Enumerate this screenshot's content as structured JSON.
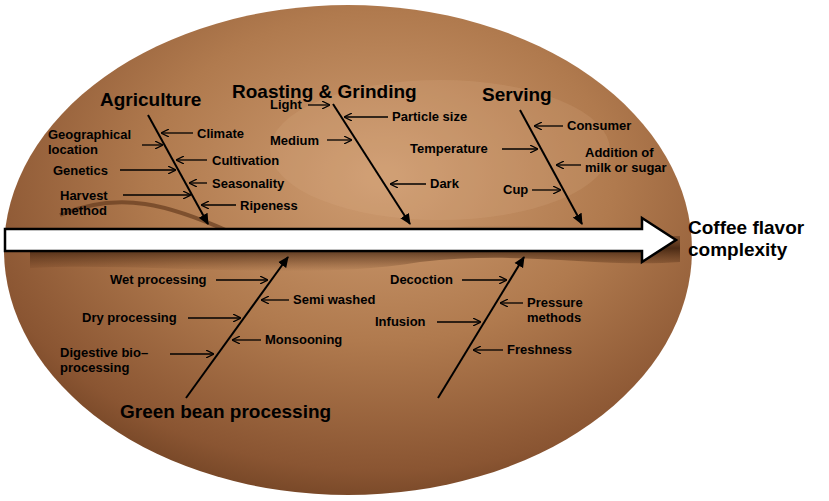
{
  "diagram": {
    "labels": [
      "Agriculture",
      "Geographical location",
      "Climate",
      "Genetics",
      "Cultivation",
      "Seasonality",
      "Harvest method",
      "Ripeness",
      "Roasting & Grinding",
      "Light",
      "Particle size",
      "Medium",
      "Dark",
      "Serving",
      "Consumer",
      "Temperature",
      "Addition of milk or sugar",
      "Cup",
      "Coffee flavor complexity",
      "Wet processing",
      "Semi washed",
      "Dry processing",
      "Monsooning",
      "Digestive bio–processing",
      "Green bean processing",
      "Decoction",
      "Pressure methods",
      "Infusion",
      "Freshness"
    ]
  }
}
